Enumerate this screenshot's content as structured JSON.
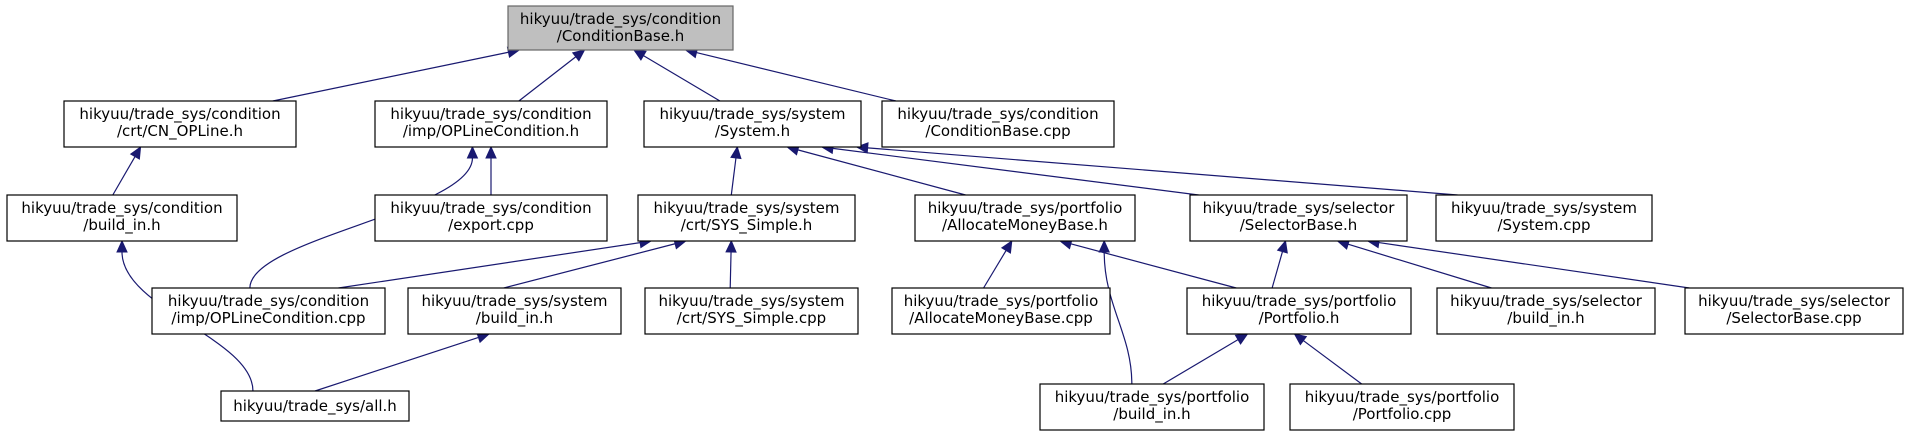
{
  "diagram": {
    "type": "include-dependency-graph",
    "colors": {
      "edge": "#191970",
      "root_fill": "#bfbfbf",
      "node_fill": "#ffffff"
    },
    "nodes": [
      {
        "id": "root",
        "line1": "hikyuu/trade_sys/condition",
        "line2": "/ConditionBase.h"
      },
      {
        "id": "cn_opline",
        "line1": "hikyuu/trade_sys/condition",
        "line2": "/crt/CN_OPLine.h"
      },
      {
        "id": "oplinecond_h",
        "line1": "hikyuu/trade_sys/condition",
        "line2": "/imp/OPLineCondition.h"
      },
      {
        "id": "system_h",
        "line1": "hikyuu/trade_sys/system",
        "line2": "/System.h"
      },
      {
        "id": "condbase_cpp",
        "line1": "hikyuu/trade_sys/condition",
        "line2": "/ConditionBase.cpp"
      },
      {
        "id": "cond_build_in",
        "line1": "hikyuu/trade_sys/condition",
        "line2": "/build_in.h"
      },
      {
        "id": "cond_export",
        "line1": "hikyuu/trade_sys/condition",
        "line2": "/export.cpp"
      },
      {
        "id": "sys_simple_h",
        "line1": "hikyuu/trade_sys/system",
        "line2": "/crt/SYS_Simple.h"
      },
      {
        "id": "allocate_h",
        "line1": "hikyuu/trade_sys/portfolio",
        "line2": "/AllocateMoneyBase.h"
      },
      {
        "id": "selector_h",
        "line1": "hikyuu/trade_sys/selector",
        "line2": "/SelectorBase.h"
      },
      {
        "id": "system_cpp",
        "line1": "hikyuu/trade_sys/system",
        "line2": "/System.cpp"
      },
      {
        "id": "oplinecond_cpp",
        "line1": "hikyuu/trade_sys/condition",
        "line2": "/imp/OPLineCondition.cpp"
      },
      {
        "id": "sys_build_in",
        "line1": "hikyuu/trade_sys/system",
        "line2": "/build_in.h"
      },
      {
        "id": "sys_simple_cpp",
        "line1": "hikyuu/trade_sys/system",
        "line2": "/crt/SYS_Simple.cpp"
      },
      {
        "id": "allocate_cpp",
        "line1": "hikyuu/trade_sys/portfolio",
        "line2": "/AllocateMoneyBase.cpp"
      },
      {
        "id": "portfolio_h",
        "line1": "hikyuu/trade_sys/portfolio",
        "line2": "/Portfolio.h"
      },
      {
        "id": "sel_build_in",
        "line1": "hikyuu/trade_sys/selector",
        "line2": "/build_in.h"
      },
      {
        "id": "selector_cpp",
        "line1": "hikyuu/trade_sys/selector",
        "line2": "/SelectorBase.cpp"
      },
      {
        "id": "all_h",
        "line1": "hikyuu/trade_sys/all.h",
        "line2": ""
      },
      {
        "id": "port_build_in",
        "line1": "hikyuu/trade_sys/portfolio",
        "line2": "/build_in.h"
      },
      {
        "id": "portfolio_cpp",
        "line1": "hikyuu/trade_sys/portfolio",
        "line2": "/Portfolio.cpp"
      }
    ],
    "edges": [
      {
        "from": "cn_opline",
        "to": "root"
      },
      {
        "from": "oplinecond_h",
        "to": "root"
      },
      {
        "from": "system_h",
        "to": "root"
      },
      {
        "from": "condbase_cpp",
        "to": "root"
      },
      {
        "from": "cond_build_in",
        "to": "cn_opline"
      },
      {
        "from": "all_h",
        "to": "cond_build_in"
      },
      {
        "from": "cond_export",
        "to": "oplinecond_h"
      },
      {
        "from": "oplinecond_cpp",
        "to": "oplinecond_h"
      },
      {
        "from": "sys_simple_h",
        "to": "system_h"
      },
      {
        "from": "allocate_h",
        "to": "system_h"
      },
      {
        "from": "selector_h",
        "to": "system_h"
      },
      {
        "from": "system_cpp",
        "to": "system_h"
      },
      {
        "from": "oplinecond_cpp",
        "to": "sys_simple_h"
      },
      {
        "from": "sys_build_in",
        "to": "sys_simple_h"
      },
      {
        "from": "sys_simple_cpp",
        "to": "sys_simple_h"
      },
      {
        "from": "all_h",
        "to": "sys_build_in"
      },
      {
        "from": "allocate_cpp",
        "to": "allocate_h"
      },
      {
        "from": "portfolio_h",
        "to": "allocate_h"
      },
      {
        "from": "port_build_in",
        "to": "allocate_h"
      },
      {
        "from": "portfolio_h",
        "to": "selector_h"
      },
      {
        "from": "sel_build_in",
        "to": "selector_h"
      },
      {
        "from": "selector_cpp",
        "to": "selector_h"
      },
      {
        "from": "port_build_in",
        "to": "portfolio_h"
      },
      {
        "from": "portfolio_cpp",
        "to": "portfolio_h"
      }
    ]
  }
}
